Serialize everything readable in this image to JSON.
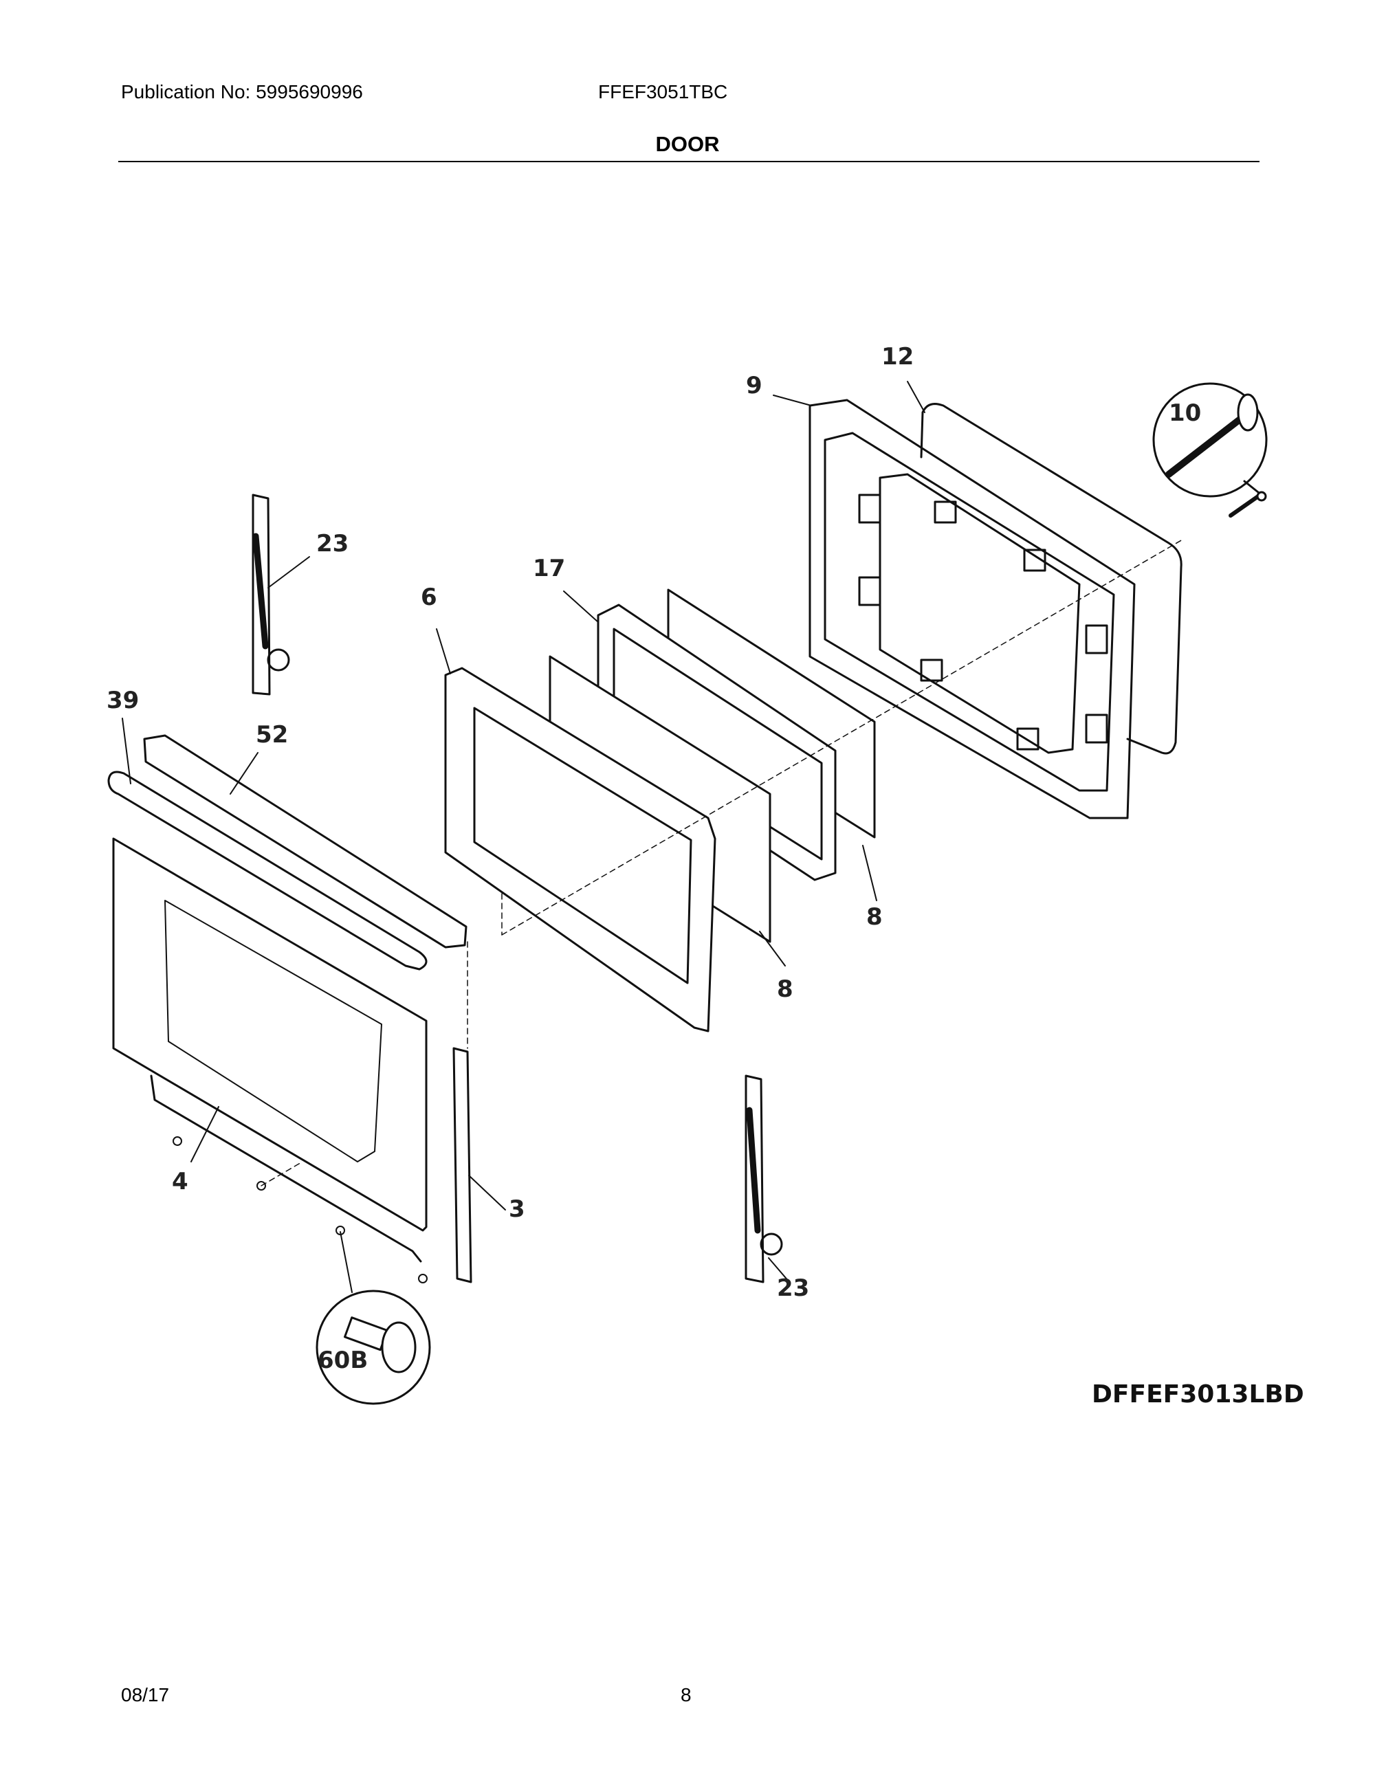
{
  "header": {
    "publication_label": "Publication No: 5995690996",
    "model": "FFEF3051TBC",
    "section_title": "DOOR"
  },
  "diagram": {
    "diagram_id": "DFFEF3013LBD",
    "callouts": [
      "12",
      "9",
      "10",
      "23",
      "17",
      "6",
      "39",
      "52",
      "8",
      "8",
      "4",
      "3",
      "23",
      "60B"
    ]
  },
  "footer": {
    "date": "08/17",
    "page_number": "8"
  }
}
